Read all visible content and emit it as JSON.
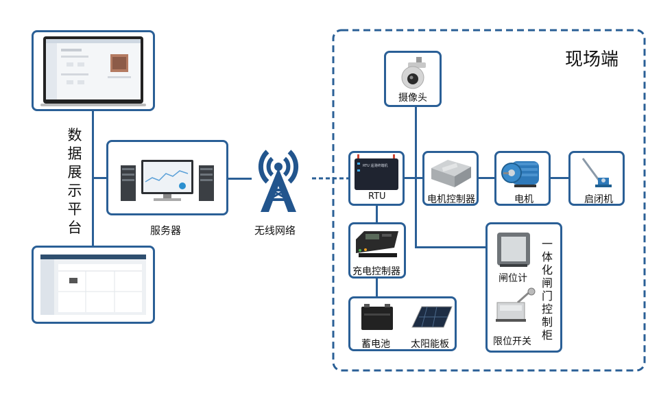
{
  "region_title": "现场端",
  "platform_label": "数据展示平台",
  "server_label": "服务器",
  "wireless_label": "无线网络",
  "camera_label": "摄像头",
  "rtu_label": "RTU",
  "rtu_device_text": "RTU 遥测终端机",
  "motor_controller_label": "电机控制器",
  "motor_label": "电机",
  "hoist_label": "启闭机",
  "charge_controller_label": "充电控制器",
  "battery_label": "蓄电池",
  "solar_label": "太阳能板",
  "gate_meter_label": "闸位计",
  "limit_switch_label": "限位开关",
  "cabinet_label": "一体化闸门控制柜",
  "colors": {
    "border": "#2a5f96",
    "tower": "#22558d"
  }
}
